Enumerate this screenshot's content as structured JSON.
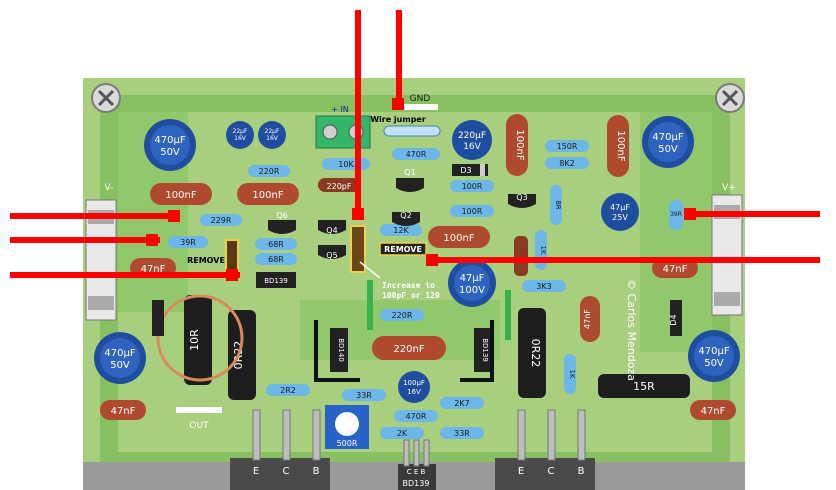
{
  "colors": {
    "board": "#a7cf7e",
    "copper": "#7fb85b",
    "silk": "#ffffff",
    "heatsink": "#9a9a9a",
    "marker": "#ff0000",
    "cap_blue": "#1f4ea0",
    "cap_brown": "#b04a2e",
    "resistor": "#6cb7e8"
  },
  "labels": {
    "gnd": "GND",
    "in": "+ IN",
    "wire_jumper": "Wire jumper",
    "remove_left": "REMOVE",
    "remove_right": "REMOVE",
    "increase_note_1": "Increase to",
    "increase_note_2": "100pF or 120",
    "out": "OUT",
    "v_minus": "V-",
    "v_plus": "V+",
    "brand": "© Carlos Mendoza",
    "q1": "Q1",
    "q2": "Q2",
    "q3": "Q3",
    "q4": "Q4",
    "q5": "Q5",
    "q6": "Q6",
    "d3": "D3",
    "d4": "D4",
    "bd139_mid": "BD139",
    "bd139_bottom": "BD139",
    "bd140": "BD140",
    "bd139_v": "BD139",
    "ce_b": "C E B",
    "pin_e1": "E",
    "pin_c1": "C",
    "pin_b1": "B",
    "pin_e2": "E",
    "pin_c2": "C",
    "pin_b2": "B",
    "pin_b3": "B",
    "pin_c3": "C",
    "pin_e3": "E"
  },
  "capacitors": {
    "c470_tl": [
      "470µF",
      "50V"
    ],
    "c470_tr": [
      "470µF",
      "50V"
    ],
    "c470_bl": [
      "470µF",
      "50V"
    ],
    "c470_br": [
      "470µF",
      "50V"
    ],
    "c220_top1": [
      "22µF",
      "16V"
    ],
    "c220_top2": [
      "22µF",
      "16V"
    ],
    "c220_16v": [
      "220µF",
      "16V"
    ],
    "c47_25v": [
      "47µF",
      "25V"
    ],
    "c47_100v": [
      "47µF",
      "100V"
    ],
    "c100_16v": [
      "100µF",
      "16V"
    ],
    "nf100_a": "100nF",
    "nf100_b": "100nF",
    "nf100_c": "100nF",
    "nf100_d": "100nF",
    "nf100_e": "100nF",
    "nf47_a": "47nF",
    "nf47_b": "47nF",
    "nf47_c": "47nF",
    "nf47_d": "47nF",
    "nf220": "220nF",
    "pf220": "220pF"
  },
  "resistors": {
    "r10k": "10K",
    "r470": "470R",
    "r220_top": "220R",
    "r150": "150R",
    "r8k2": "8K2",
    "r100_a": "100R",
    "r100_b": "100R",
    "r12k": "12K",
    "r229": "229R",
    "r39_a": "39R",
    "r39_b": "39R",
    "r68_a": "68R",
    "r68_b": "68R",
    "r3k3": "3K3",
    "r220_mid": "220R",
    "r2r2": "2R2",
    "r33_a": "33R",
    "r470_b": "470R",
    "r2k7": "2K7",
    "r2k": "2K",
    "r33_b": "33R",
    "r0r22_a": "0R22",
    "r0r22_b": "0R22",
    "r10r": "10R",
    "r15r": "15R",
    "r1k_v": "1K",
    "r8r_v": "8R",
    "r1k_2": "1K",
    "r500": "500R"
  }
}
